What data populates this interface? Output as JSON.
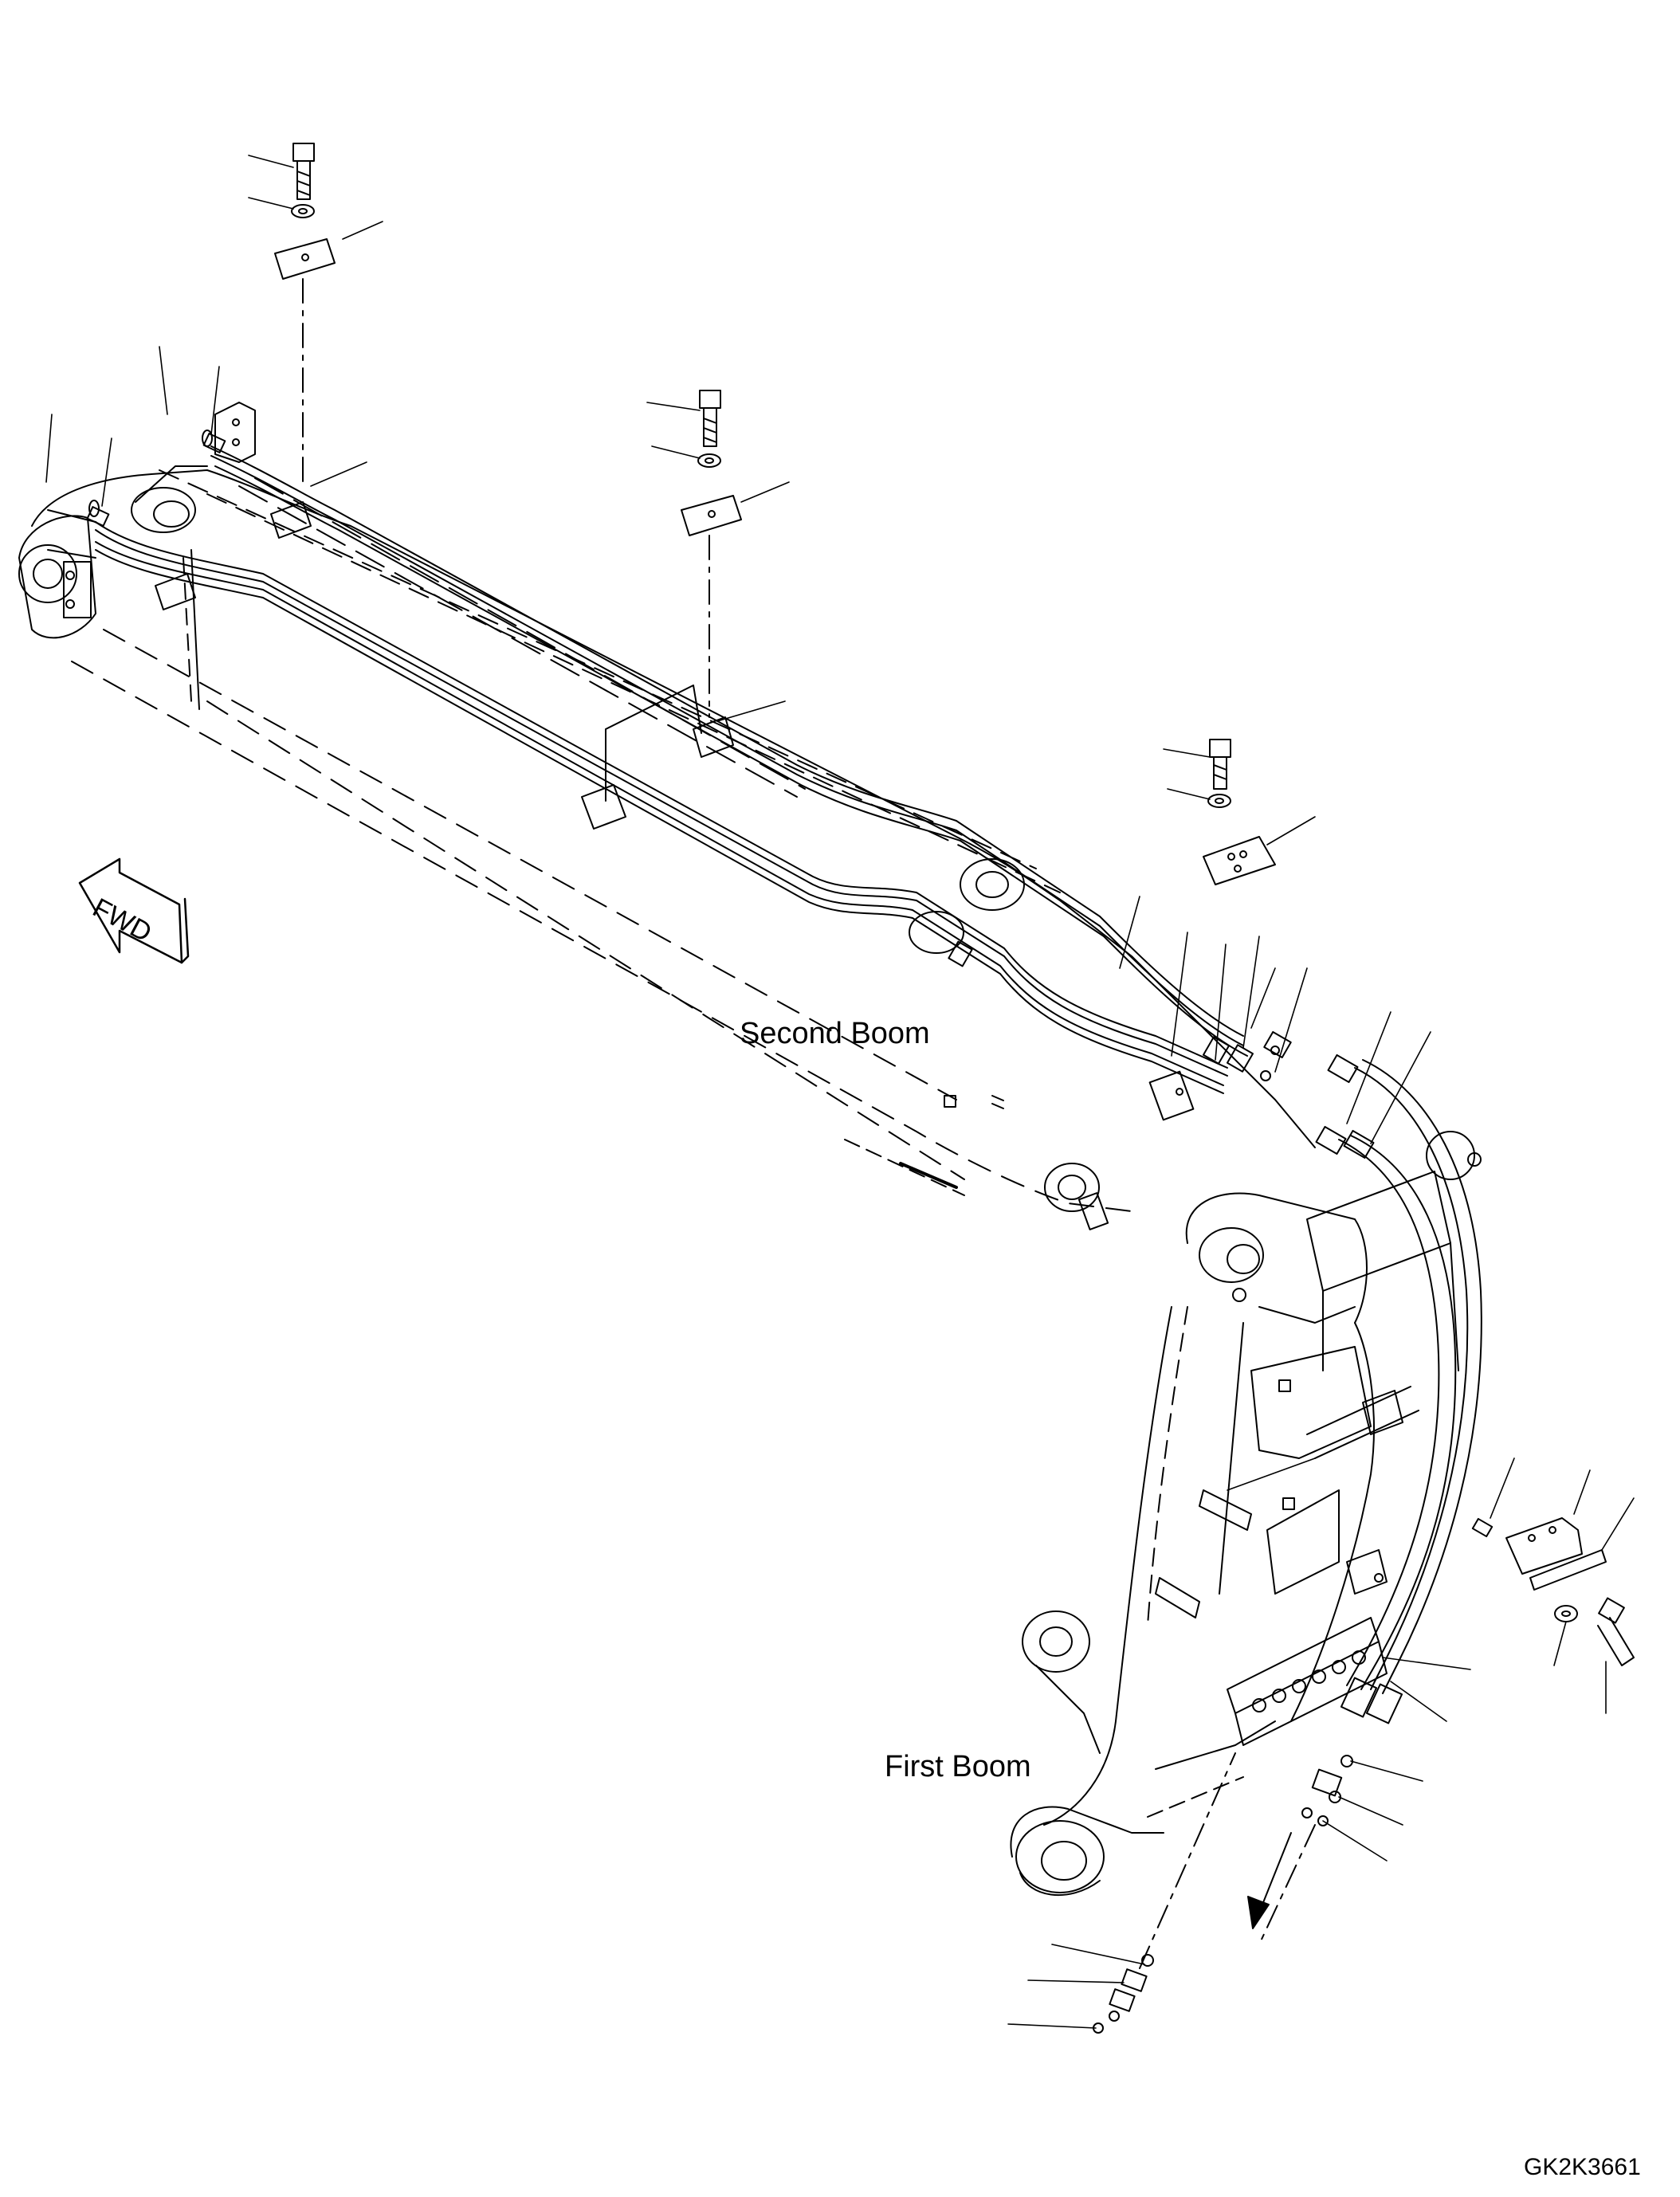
{
  "labels": {
    "second_boom": "Second Boom",
    "first_boom": "First Boom",
    "drawing_id": "GK2K3661",
    "fwd": "FWD"
  },
  "icons": {
    "direction_arrow": "fwd-arrow-icon"
  },
  "colors": {
    "line": "#000000",
    "background": "#ffffff"
  }
}
